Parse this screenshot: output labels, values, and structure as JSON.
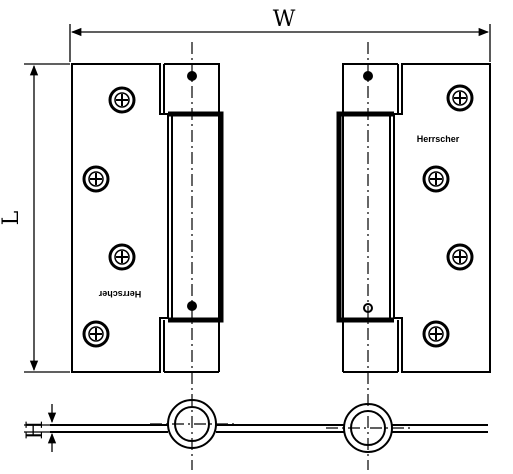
{
  "dimensions": {
    "width_label": "W",
    "length_label": "L",
    "height_label": "H"
  },
  "brand": {
    "right_leaf_mark": "Herrscher",
    "left_leaf_mark": "Herrscher"
  },
  "screws": {
    "left_leaf_count": 4,
    "right_leaf_count": 4
  }
}
